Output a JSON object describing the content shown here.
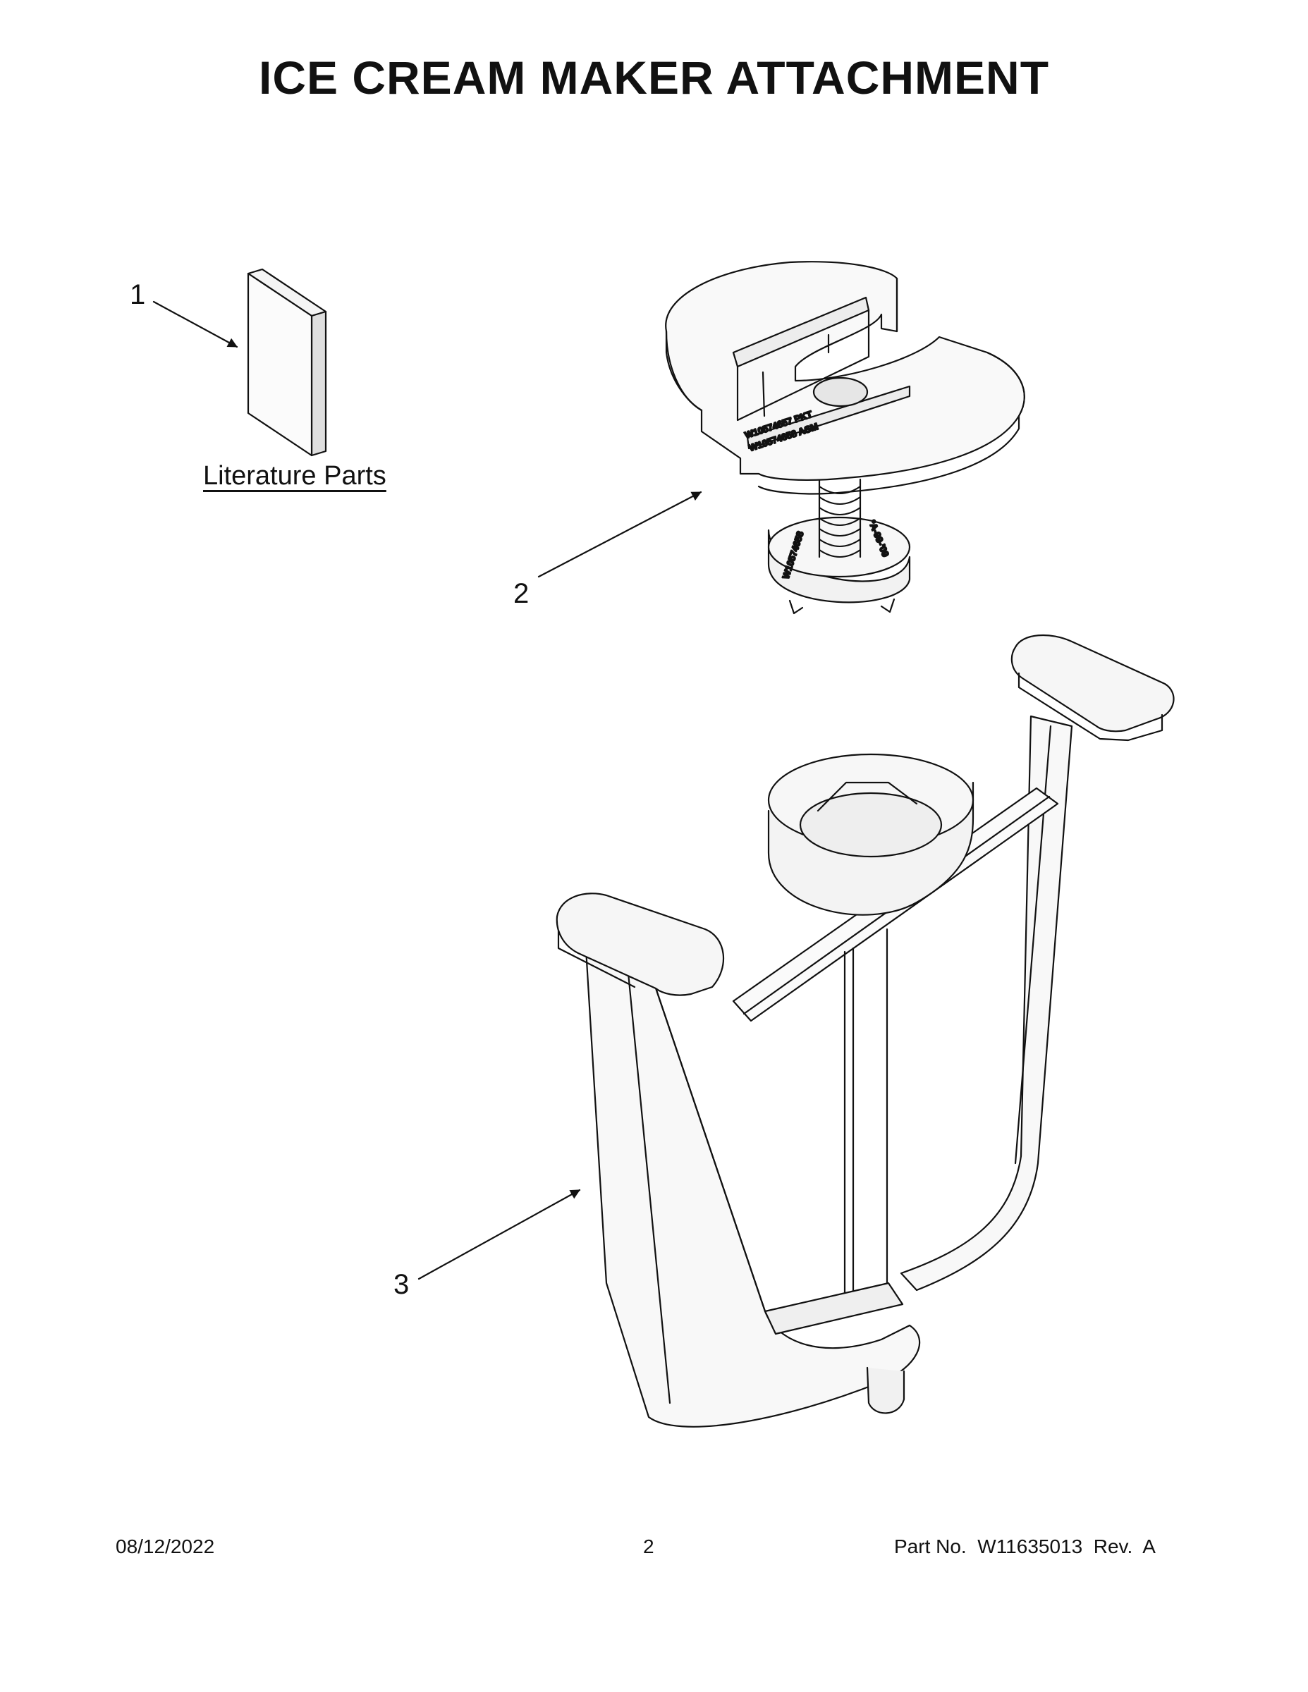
{
  "page": {
    "title": "ICE CREAM MAKER ATTACHMENT"
  },
  "parts": [
    {
      "number": "1",
      "label": "Literature Parts"
    },
    {
      "number": "2"
    },
    {
      "number": "3"
    }
  ],
  "stamps": {
    "top_line1": "W10574657  PKT",
    "top_line2": "W10574658  ASM",
    "knob_left": "W10574658",
    "knob_right": "ºA-99-'09"
  },
  "footer": {
    "date": "08/12/2022",
    "page_number": "2",
    "part_no": "Part No.  W11635013  Rev.  A"
  }
}
